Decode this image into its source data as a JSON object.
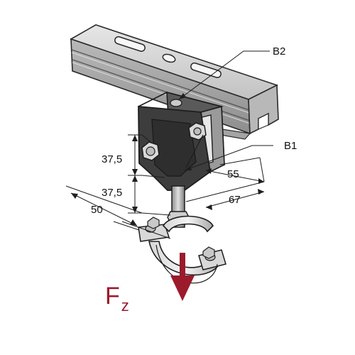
{
  "callouts": {
    "b2": "B2",
    "b1": "B1"
  },
  "dimensions": {
    "upper_height": "37,5",
    "lower_height": "37,5",
    "depth": "50",
    "width_inner": "55",
    "width_outer": "67"
  },
  "force": {
    "symbol": "F",
    "subscript": "z"
  },
  "colors": {
    "force_arrow": "#9b1b2c",
    "rail": "#c7c7c7",
    "bracket": "#3a3a3a",
    "outline": "#2a2a2a"
  }
}
